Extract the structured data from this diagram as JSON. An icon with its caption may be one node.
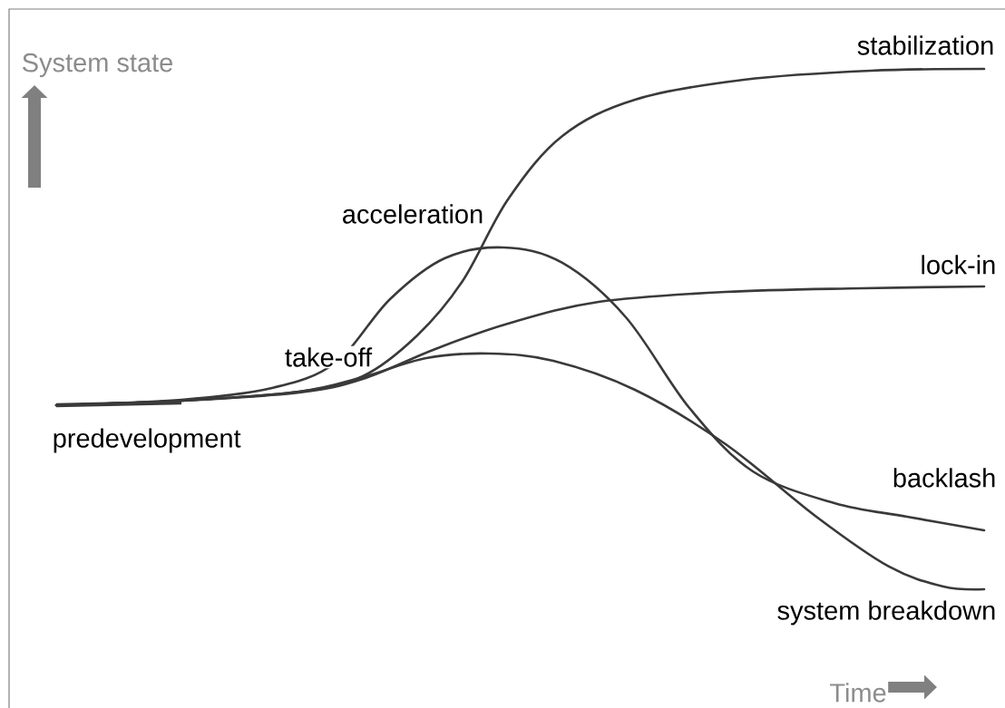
{
  "diagram": {
    "labels": [
      "System state",
      "stabilization",
      "acceleration",
      "lock-in",
      "take-off",
      "predevelopment",
      "backlash",
      "system breakdown",
      "Time"
    ]
  }
}
